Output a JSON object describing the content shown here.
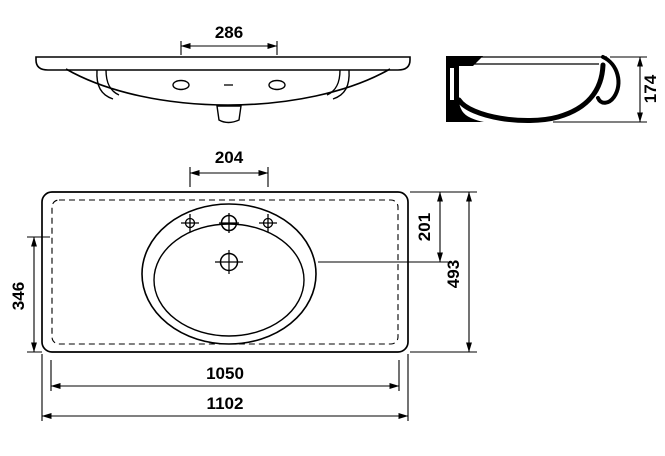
{
  "figure": {
    "colors": {
      "line": "#000000",
      "background": "#ffffff"
    },
    "views": {
      "front": {
        "dimensions": {
          "faucet_spacing": "286"
        }
      },
      "side": {
        "dimensions": {
          "height": "174"
        }
      },
      "plan": {
        "dimensions": {
          "tap_hole_spacing": "204",
          "back_edge_to_drain": "201",
          "overall_depth": "493",
          "basin_depth": "346",
          "recess_width": "1050",
          "overall_width": "1102"
        }
      }
    }
  }
}
